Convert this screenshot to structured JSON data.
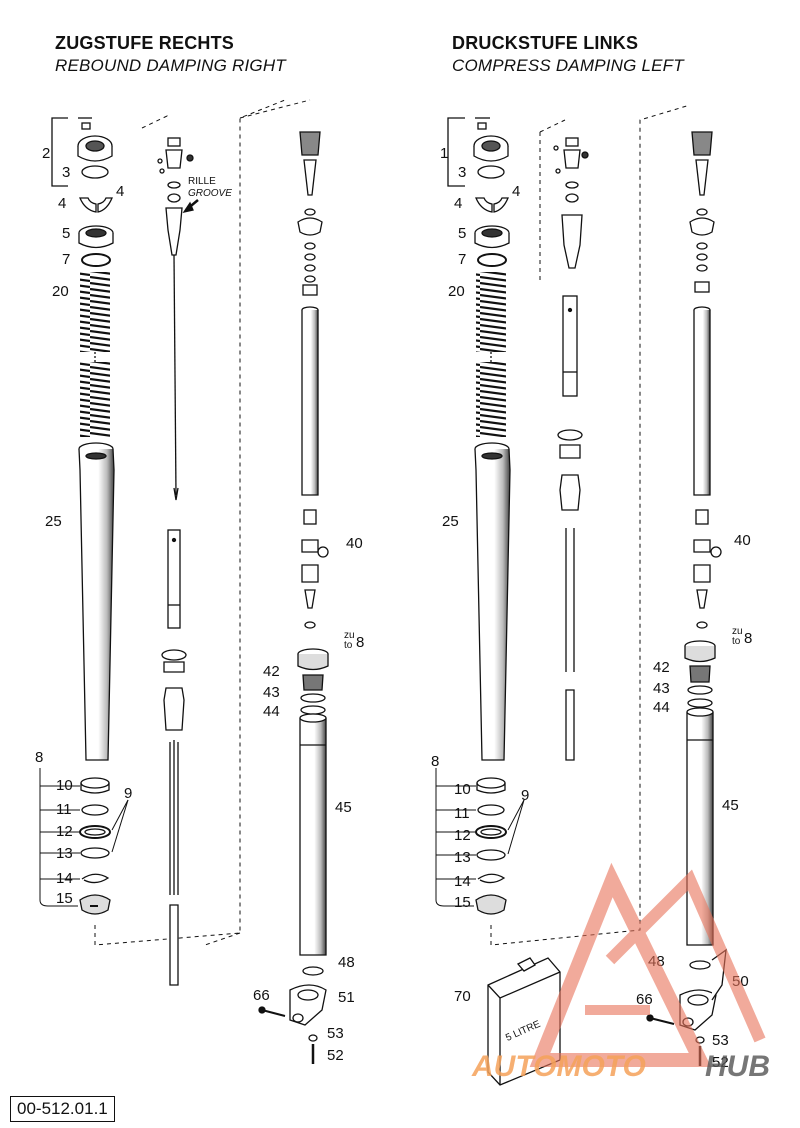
{
  "left": {
    "title": "ZUGSTUFE RECHTS",
    "subtitle": "REBOUND DAMPING RIGHT",
    "groove_label_de": "RILLE",
    "groove_label_en": "GROOVE"
  },
  "right": {
    "title": "DRUCKSTUFE LINKS",
    "subtitle": "COMPRESS DAMPING LEFT"
  },
  "labels": {
    "p1": "1",
    "p2": "2",
    "p3": "3",
    "p4": "4",
    "p5": "5",
    "p7": "7",
    "p8": "8",
    "p9": "9",
    "p10": "10",
    "p11": "11",
    "p12": "12",
    "p13": "13",
    "p14": "14",
    "p15": "15",
    "p20": "20",
    "p25": "25",
    "p40": "40",
    "p42": "42",
    "p43": "43",
    "p44": "44",
    "p45": "45",
    "p48": "48",
    "p50": "50",
    "p51": "51",
    "p52": "52",
    "p53": "53",
    "p66": "66",
    "p70": "70",
    "zu": "zu",
    "to": "to",
    "zu8": "8"
  },
  "oil_can_label": "5 LITRE",
  "watermark": {
    "text_orange": "AUTOMOTO",
    "text_gray": "HUB"
  },
  "doc_number": "00-512.01.1"
}
